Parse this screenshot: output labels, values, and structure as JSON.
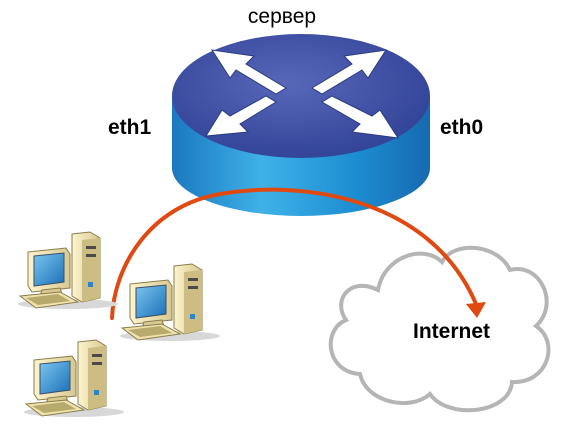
{
  "labels": {
    "server": "сервер",
    "eth1": "eth1",
    "eth0": "eth0",
    "internet": "Internet"
  },
  "colors": {
    "router_top": "#3a4fa4",
    "router_side": "#1f8fd0",
    "arrows": "#ffffff",
    "route_line": "#e04a12",
    "cloud_outline": "#b5b5b5",
    "pc_case": "#f4e7b4",
    "pc_screen": "#2a86c8"
  },
  "icons": {
    "router": "router-icon",
    "cloud": "cloud-icon",
    "computer": "desktop-computer-icon"
  },
  "computers_count": 3
}
